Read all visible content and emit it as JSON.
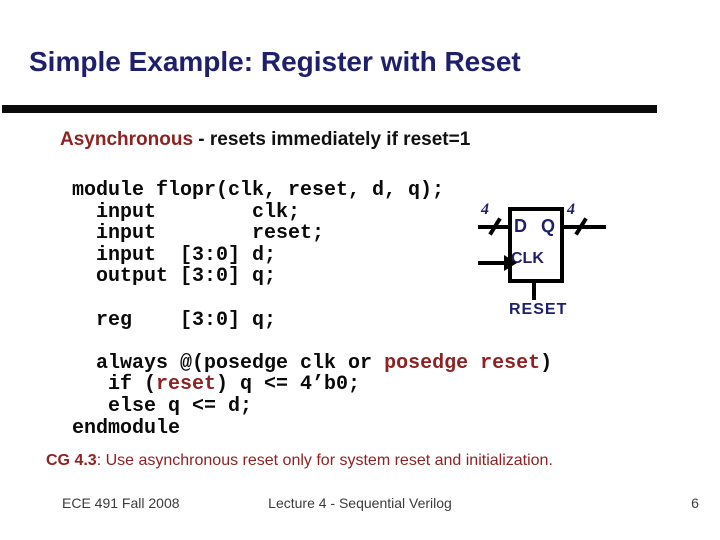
{
  "slide": {
    "title": "Simple Example: Register with Reset",
    "bullet": {
      "marker": "",
      "highlight": "Asynchronous",
      "rest": " - resets immediately if reset=1"
    },
    "code": {
      "lines": [
        {
          "segs": [
            {
              "t": "module flopr(clk, reset, d, q);"
            }
          ]
        },
        {
          "segs": [
            {
              "t": "  input        clk;"
            }
          ]
        },
        {
          "segs": [
            {
              "t": "  input        reset;"
            }
          ]
        },
        {
          "segs": [
            {
              "t": "  input  [3:0] d;"
            }
          ]
        },
        {
          "segs": [
            {
              "t": "  output [3:0] q;"
            }
          ]
        },
        {
          "segs": [
            {
              "t": ""
            }
          ]
        },
        {
          "segs": [
            {
              "t": "  reg    [3:0] q;"
            }
          ]
        },
        {
          "segs": [
            {
              "t": ""
            }
          ]
        },
        {
          "segs": [
            {
              "t": "  always @(posedge clk or "
            },
            {
              "t": "posedge reset"
            },
            {
              "t": ")"
            }
          ]
        },
        {
          "segs": [
            {
              "t": "   if ("
            },
            {
              "t": "reset"
            },
            {
              "t": ") q <= 4’b0;"
            }
          ]
        },
        {
          "segs": [
            {
              "t": "   else q <= d;"
            }
          ]
        },
        {
          "segs": [
            {
              "t": "endmodule"
            }
          ]
        }
      ]
    },
    "diagram": {
      "d_label": "D",
      "q_label": "Q",
      "clk_label": "CLK",
      "reset_label": "RESET",
      "d_bus_width": "4",
      "q_bus_width": "4"
    },
    "guideline": {
      "tag": "CG 4.3",
      "text": ":  Use asynchronous reset only for system reset and initialization."
    },
    "footer": {
      "course": "ECE 491 Fall 2008",
      "lecture": "Lecture 4 - Sequential Verilog",
      "page": "6"
    },
    "colors": {
      "title_navy": "#1f1f6b",
      "accent_maroon": "#8e2222",
      "code_black": "#0a0a0a",
      "footer_gray": "#3c3c3c"
    }
  }
}
